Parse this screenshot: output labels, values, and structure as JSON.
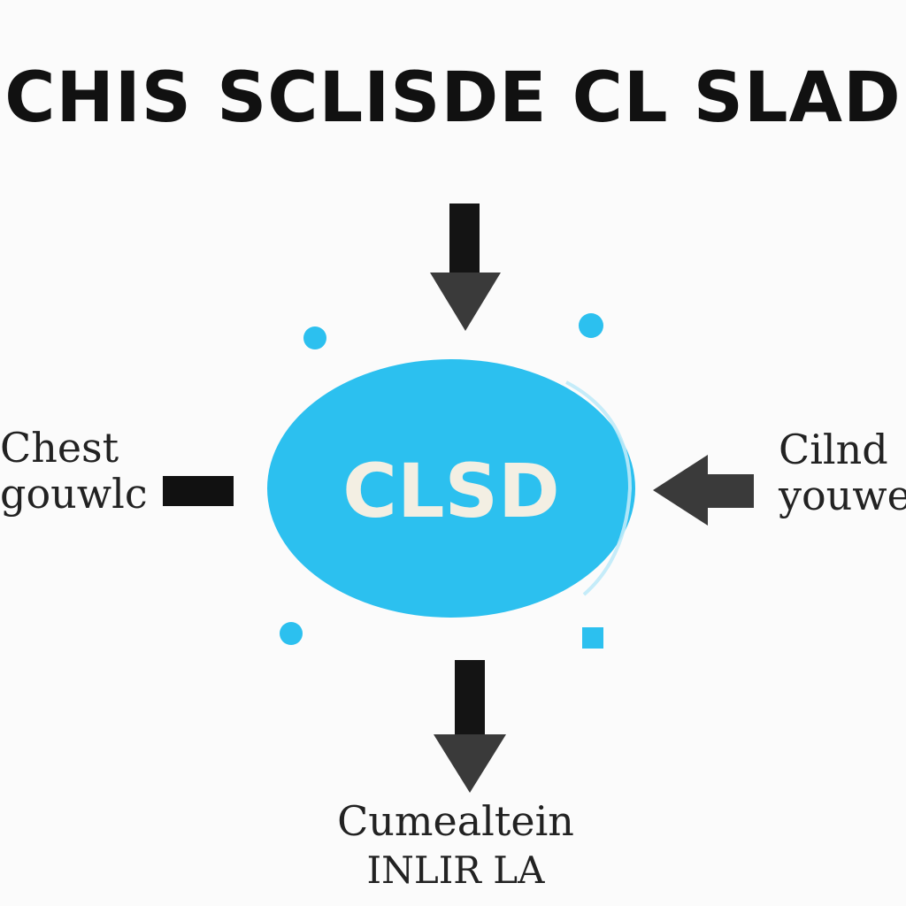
{
  "title": "CHIS SCLISDE CL SLAD",
  "center": {
    "label": "CLSD",
    "fill": "#2cc0ef"
  },
  "left": {
    "line1": "Chest",
    "line2": "gouwlc"
  },
  "right": {
    "line1": "Cilnd",
    "line2": "youwe-"
  },
  "bottom": {
    "line1": "Cumealtein",
    "line2": "INLIR LA"
  },
  "colors": {
    "text": "#111111",
    "arrow": "#3a3a3a",
    "accent": "#2cc0ef"
  }
}
